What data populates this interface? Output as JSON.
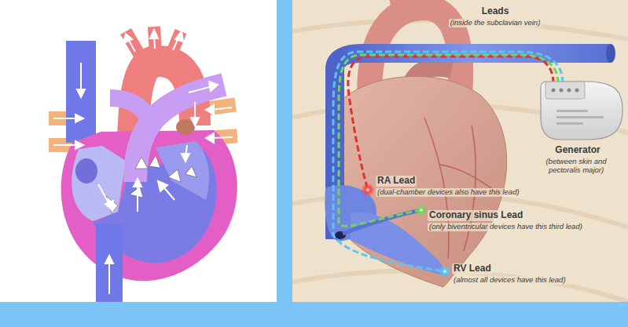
{
  "diagram": {
    "labels": [
      "Leads",
      "(inside the subclavian vein)",
      "Generator",
      "(between skin and pectoralis major)",
      "RA Lead",
      "(dual-chamber devices also have this lead)",
      "Coronary sinus Lead",
      "(only biventricular devices have this third lead)",
      "RV Lead",
      "(almost all devices have this lead)"
    ]
  }
}
